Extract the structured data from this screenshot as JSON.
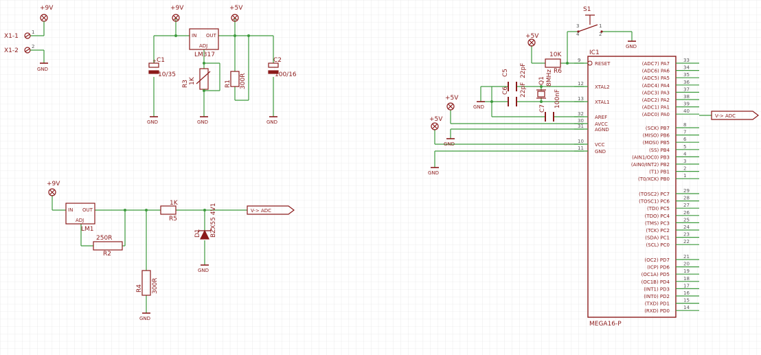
{
  "colors": {
    "wire": "#3c9a3c",
    "part": "#8b1a1a",
    "grid": "#d9d9d9",
    "gridMajor": "#c4c4c4",
    "background": "#ffffff"
  },
  "supplies": {
    "p9v": "+9V",
    "p5v": "+5V",
    "gnd": "GND"
  },
  "connector": {
    "pin1": "X1-1",
    "pin2": "X1-2",
    "num1": "1",
    "num2": "2"
  },
  "regulator": {
    "name": "LM317",
    "in": "IN",
    "out": "OUT",
    "adj": "ADJ"
  },
  "regulator2": {
    "name": "LM1",
    "in": "IN",
    "out": "OUT",
    "adj": "ADJ"
  },
  "c1": {
    "name": "C1",
    "value": "10/35"
  },
  "c2": {
    "name": "C2",
    "value": "100/16"
  },
  "r3": {
    "name": "R3",
    "value": "1K"
  },
  "r1": {
    "name": "R1",
    "value": "300R"
  },
  "r2": {
    "name": "R2",
    "value": "250R"
  },
  "r4": {
    "name": "R4",
    "value": "300R"
  },
  "r5": {
    "name": "R5",
    "value": "1K"
  },
  "r6": {
    "name": "R6",
    "value": "10K"
  },
  "d1": {
    "name": "D1",
    "value": "BZX55 4V1"
  },
  "adc_label": "V-> ADC",
  "adc_label2": "V-> ADC",
  "s1": {
    "name": "S1",
    "p1": "1",
    "p2": "2",
    "p3": "3",
    "p4": "4"
  },
  "crystal": {
    "name": "Q1",
    "value": "8MHz"
  },
  "c5": {
    "name": "C5",
    "value": "22pF"
  },
  "c6": {
    "name": "C6",
    "value": "22pF"
  },
  "c7": {
    "name": "C7",
    "value": "100nF"
  },
  "mcu": {
    "name": "IC1",
    "part": "MEGA16-P",
    "left_pins": [
      {
        "label": "RESET",
        "num": "9"
      },
      {
        "label": "XTAL2",
        "num": "12"
      },
      {
        "label": "XTAL1",
        "num": "13"
      },
      {
        "label": "AREF",
        "num": "32"
      },
      {
        "label": "AVCC",
        "num": "30"
      },
      {
        "label": "AGND",
        "num": "31"
      },
      {
        "label": "VCC",
        "num": "10"
      },
      {
        "label": "GND",
        "num": "11"
      }
    ],
    "right_pins": [
      {
        "label": "(ADC7) PA7",
        "num": "33"
      },
      {
        "label": "(ADC6) PA6",
        "num": "34"
      },
      {
        "label": "(ADC5) PA5",
        "num": "35"
      },
      {
        "label": "(ADC4) PA4",
        "num": "36"
      },
      {
        "label": "(ADC3) PA3",
        "num": "37"
      },
      {
        "label": "(ADC2) PA2",
        "num": "38"
      },
      {
        "label": "(ADC1) PA1",
        "num": "39"
      },
      {
        "label": "(ADC0) PA0",
        "num": "40"
      },
      {
        "label": "(SCK) PB7",
        "num": "8"
      },
      {
        "label": "(MISO) PB6",
        "num": "7"
      },
      {
        "label": "(MOSI) PB5",
        "num": "6"
      },
      {
        "label": "(SS) PB4",
        "num": "5"
      },
      {
        "label": "(AIN1/OC0) PB3",
        "num": "4"
      },
      {
        "label": "(AIN0/INT2) PB2",
        "num": "3"
      },
      {
        "label": "(T1) PB1",
        "num": "2"
      },
      {
        "label": "(T0/XCK) PB0",
        "num": "1"
      },
      {
        "label": "(TOSC2) PC7",
        "num": "29"
      },
      {
        "label": "(TOSC1) PC6",
        "num": "28"
      },
      {
        "label": "(TDI) PC5",
        "num": "27"
      },
      {
        "label": "(TDO) PC4",
        "num": "26"
      },
      {
        "label": "(TMS) PC3",
        "num": "25"
      },
      {
        "label": "(TCK) PC2",
        "num": "24"
      },
      {
        "label": "(SDA) PC1",
        "num": "23"
      },
      {
        "label": "(SCL) PC0",
        "num": "22"
      },
      {
        "label": "(OC2) PD7",
        "num": "21"
      },
      {
        "label": "(ICP) PD6",
        "num": "20"
      },
      {
        "label": "(OC1A) PD5",
        "num": "19"
      },
      {
        "label": "(OC1B) PD4",
        "num": "18"
      },
      {
        "label": "(INT1) PD3",
        "num": "17"
      },
      {
        "label": "(INT0) PD2",
        "num": "16"
      },
      {
        "label": "(TXD) PD1",
        "num": "15"
      },
      {
        "label": "(RXD) PD0",
        "num": "14"
      }
    ]
  }
}
